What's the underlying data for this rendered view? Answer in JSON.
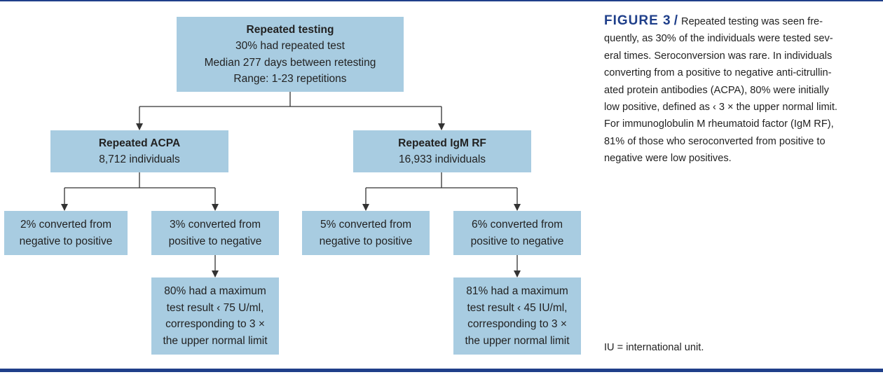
{
  "figure": {
    "label": "FIGURE 3",
    "separator": "/",
    "caption_lines": [
      "Repeated testing was seen fre-",
      "quently, as 30% of the individuals were tested sev-",
      "eral times. Seroconversion was rare. In individuals",
      "converting from a positive to negative anti-citrullin-",
      "ated protein antibodies (ACPA), 80% were initially",
      "low positive, defined as ‹ 3 × the upper normal limit.",
      "For immunoglobulin M rheumatoid factor (IgM RF),",
      "81% of those who seroconverted from positive to",
      "negative were low positives."
    ],
    "footnote": "IU = international unit."
  },
  "colors": {
    "box_fill": "#a8cce1",
    "rule": "#1f3f8a",
    "connector": "#333333"
  },
  "nodes": {
    "root": {
      "title": "Repeated testing",
      "lines": [
        "30% had repeated test",
        "Median 277 days between retesting",
        "Range: 1-23 repetitions"
      ]
    },
    "acpa": {
      "title": "Repeated ACPA",
      "lines": [
        "8,712 individuals"
      ]
    },
    "igm": {
      "title": "Repeated IgM RF",
      "lines": [
        "16,933 individuals"
      ]
    },
    "acpa_neg_pos": {
      "lines": [
        "2% converted from",
        "negative to positive"
      ]
    },
    "acpa_pos_neg": {
      "lines": [
        "3% converted from",
        "positive to negative"
      ]
    },
    "igm_neg_pos": {
      "lines": [
        "5% converted from",
        "negative to positive"
      ]
    },
    "igm_pos_neg": {
      "lines": [
        "6% converted from",
        "positive to negative"
      ]
    },
    "acpa_max": {
      "lines": [
        "80% had a maximum",
        "test result ‹ 75 U/ml,",
        "corresponding to 3 ×",
        "the upper normal limit"
      ]
    },
    "igm_max": {
      "lines": [
        "81% had a maximum",
        "test result ‹ 45 IU/ml,",
        "corresponding to 3 ×",
        "the upper normal limit"
      ]
    }
  }
}
